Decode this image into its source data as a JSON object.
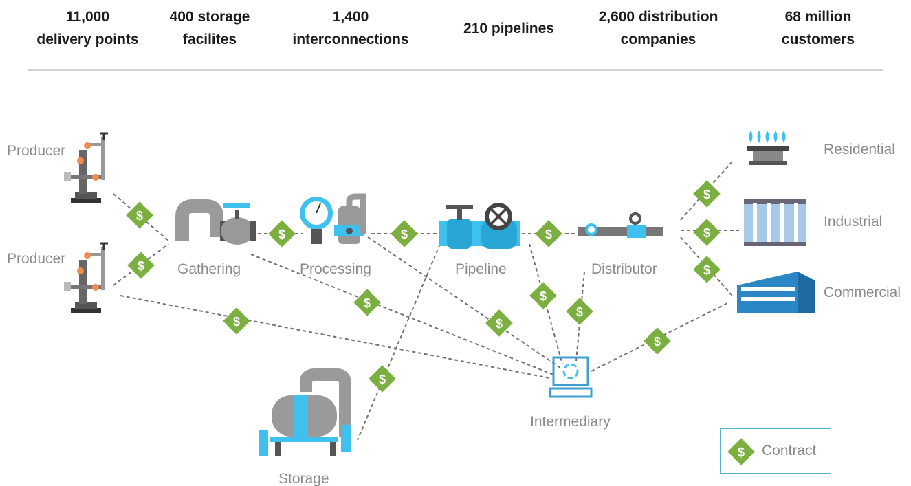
{
  "stats": [
    {
      "value": "11,000",
      "label": "delivery points"
    },
    {
      "value": "400 storage",
      "label": "facilites"
    },
    {
      "value": "1,400",
      "label": "interconnections"
    },
    {
      "value": "210 pipelines",
      "label": ""
    },
    {
      "value": "2,600 distribution",
      "label": "companies"
    },
    {
      "value": "68 million",
      "label": "customers"
    }
  ],
  "nodes": {
    "producer_1": "Producer",
    "producer_2": "Producer",
    "gathering": "Gathering",
    "processing": "Processing",
    "pipeline": "Pipeline",
    "distributor": "Distributor",
    "storage": "Storage",
    "intermediary": "Intermediary",
    "residential": "Residential",
    "industrial": "Industrial",
    "commercial": "Commercial"
  },
  "contract_symbol": "$",
  "legend": {
    "label": "Contract"
  },
  "colors": {
    "contract_green": "#7bb041",
    "pipe_gray": "#8e8e8e",
    "accent_blue": "#3fc1f0",
    "building_blue": "#2b86c5",
    "label_gray": "#8a8a8a"
  },
  "icons": [
    "wellhead-icon",
    "gathering-pipe-icon",
    "processing-gauge-icon",
    "pipeline-valve-icon",
    "distributor-meter-icon",
    "storage-tank-icon",
    "intermediary-laptop-icon",
    "gas-burner-icon",
    "industrial-tank-icon",
    "commercial-building-icon",
    "contract-diamond-icon"
  ]
}
